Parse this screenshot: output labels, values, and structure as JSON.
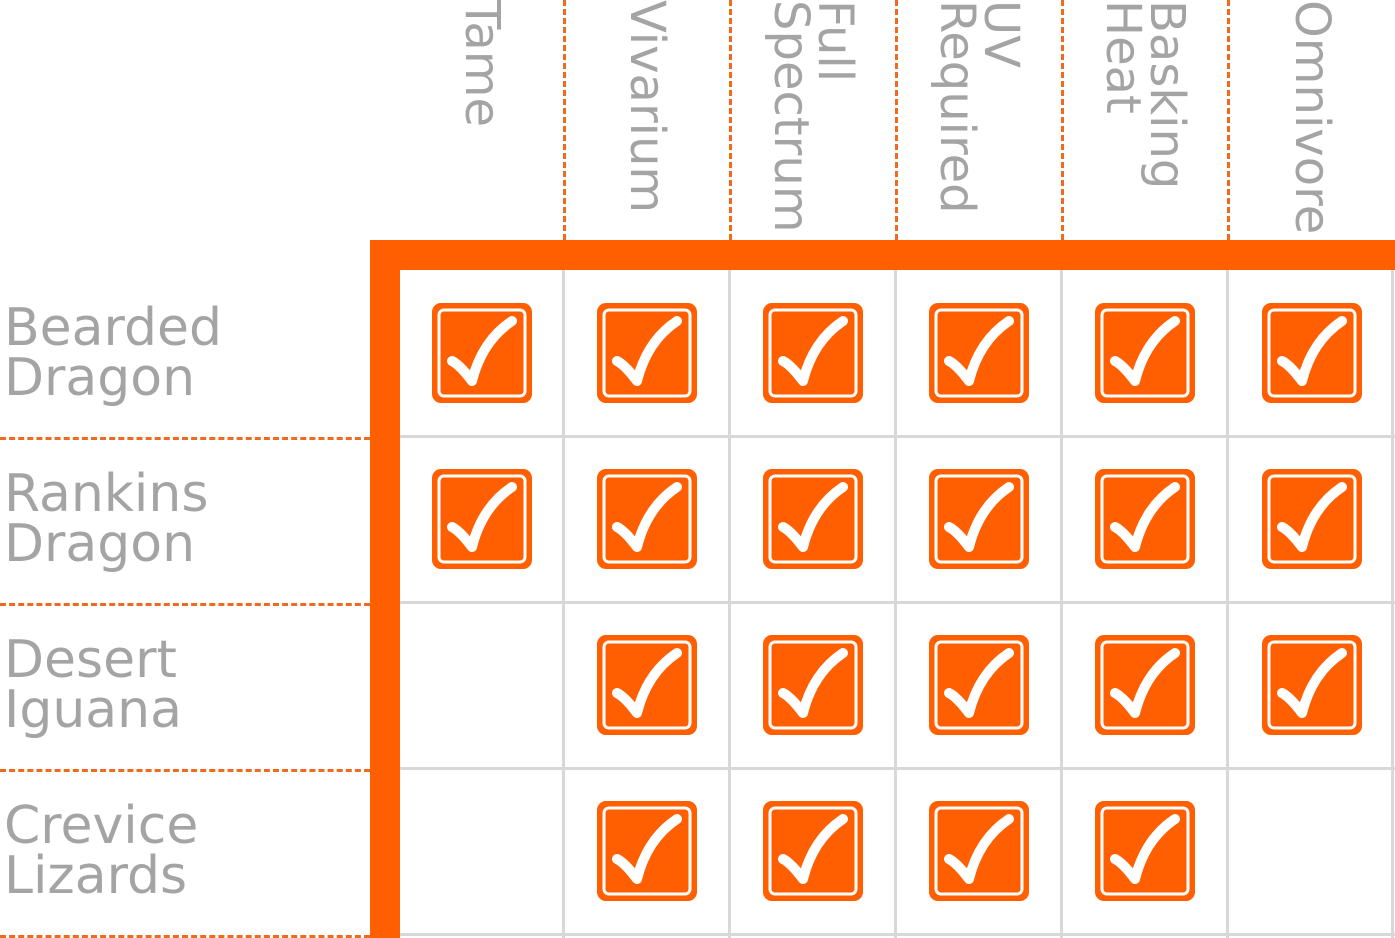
{
  "columns": [
    "Tame",
    "Vivarium",
    "Full\nSpectrum",
    "UV\nRequired",
    "Basking\nHeat",
    "Omnivore"
  ],
  "rows": [
    {
      "label": "Bearded\nDragon",
      "checks": [
        true,
        true,
        true,
        true,
        true,
        true
      ]
    },
    {
      "label": "Rankins\nDragon",
      "checks": [
        true,
        true,
        true,
        true,
        true,
        true
      ]
    },
    {
      "label": "Desert\nIguana",
      "checks": [
        false,
        true,
        true,
        true,
        true,
        true
      ]
    },
    {
      "label": "Crevice\nLizards",
      "checks": [
        false,
        true,
        true,
        true,
        true,
        false
      ]
    }
  ],
  "colors": {
    "accent": "#ff5f00",
    "text": "#a4a4a4",
    "grid": "#d8d8d8"
  },
  "icons": {
    "checked": "checkmark-icon"
  }
}
